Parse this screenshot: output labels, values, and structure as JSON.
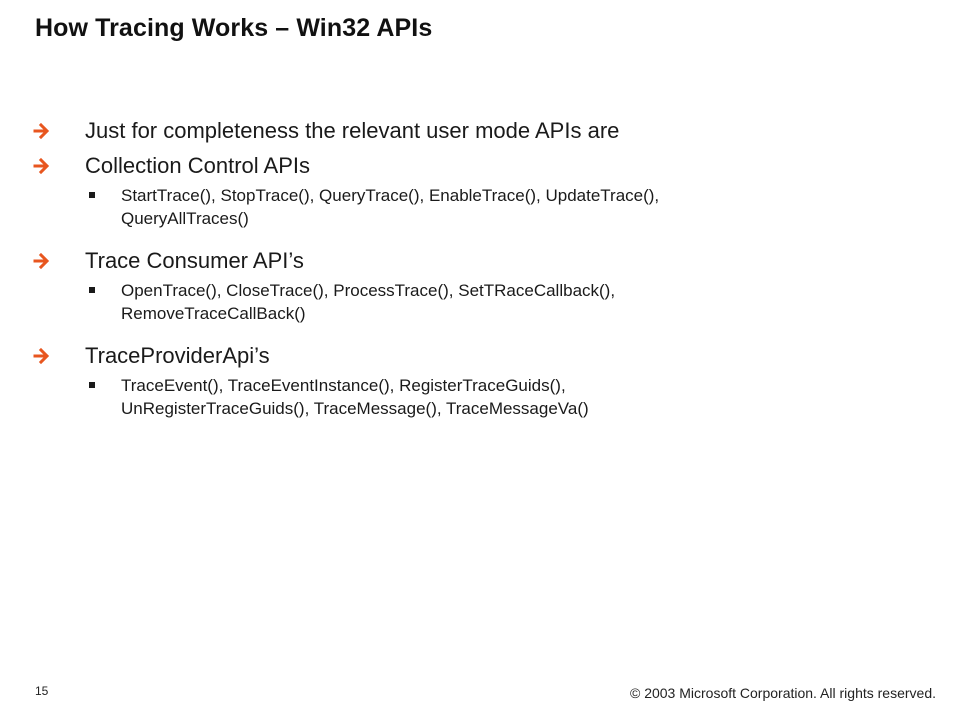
{
  "slide": {
    "title": "How Tracing Works – Win32 APIs",
    "accent_color": "#e8561f",
    "bullets": [
      {
        "text": "Just for completeness the relevant user mode APIs are",
        "icon": "arrow-right-icon"
      },
      {
        "text": "Collection Control APIs",
        "icon": "arrow-right-icon",
        "sub": {
          "icon": "square-bullet-icon",
          "lines": [
            "StartTrace(), StopTrace(), QueryTrace(), EnableTrace(), UpdateTrace(),",
            "QueryAllTraces()"
          ]
        }
      },
      {
        "text": "Trace Consumer API’s",
        "icon": "arrow-right-icon",
        "sub": {
          "icon": "square-bullet-icon",
          "lines": [
            "OpenTrace(), CloseTrace(), ProcessTrace(), SetTRaceCallback(),",
            "RemoveTraceCallBack()"
          ]
        }
      },
      {
        "text": "TraceProviderApi’s",
        "icon": "arrow-right-icon",
        "sub": {
          "icon": "square-bullet-icon",
          "lines": [
            "TraceEvent(), TraceEventInstance(), RegisterTraceGuids(),",
            "UnRegisterTraceGuids(), TraceMessage(), TraceMessageVa()"
          ]
        }
      }
    ]
  },
  "footer": {
    "page_number": "15",
    "copyright": "© 2003 Microsoft Corporation. All rights reserved."
  }
}
